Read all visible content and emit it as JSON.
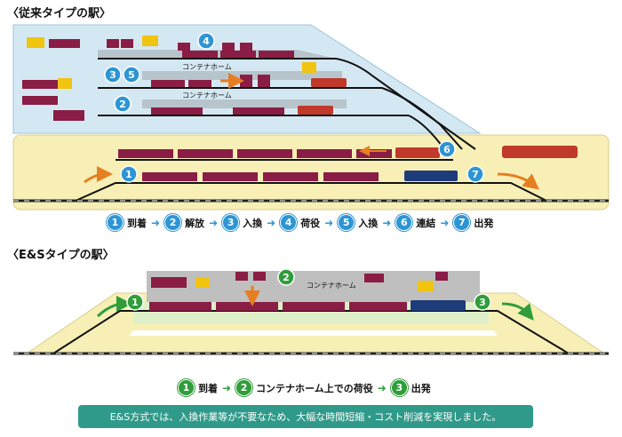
{
  "titles": {
    "conventional": "〈従来タイプの駅〉",
    "es": "〈E&Sタイプの駅〉"
  },
  "platform_label": "コンテナホーム",
  "conventional_steps": [
    {
      "num": "1",
      "label": "到着"
    },
    {
      "num": "2",
      "label": "解放"
    },
    {
      "num": "3",
      "label": "入換"
    },
    {
      "num": "4",
      "label": "荷役"
    },
    {
      "num": "5",
      "label": "入換"
    },
    {
      "num": "6",
      "label": "連結"
    },
    {
      "num": "7",
      "label": "出発"
    }
  ],
  "es_steps": [
    {
      "num": "1",
      "label": "到着"
    },
    {
      "num": "2",
      "label": "コンテナホーム上での荷役"
    },
    {
      "num": "3",
      "label": "出発"
    }
  ],
  "banner": "E&S方式では、入換作業等が不要なため、大幅な時間短縮・コスト削減を実現しました。",
  "colors": {
    "step_circle_blue": "#2e95d3",
    "step_circle_green": "#2f9d3a",
    "yard_yellow": "#f7efb5",
    "sorting_blue": "#d4e8f3",
    "container_maroon": "#8a1d45",
    "locomotive_blue": "#1f3c7a",
    "locomotive_red": "#c0392b",
    "banner_teal": "#2f9a8a"
  }
}
